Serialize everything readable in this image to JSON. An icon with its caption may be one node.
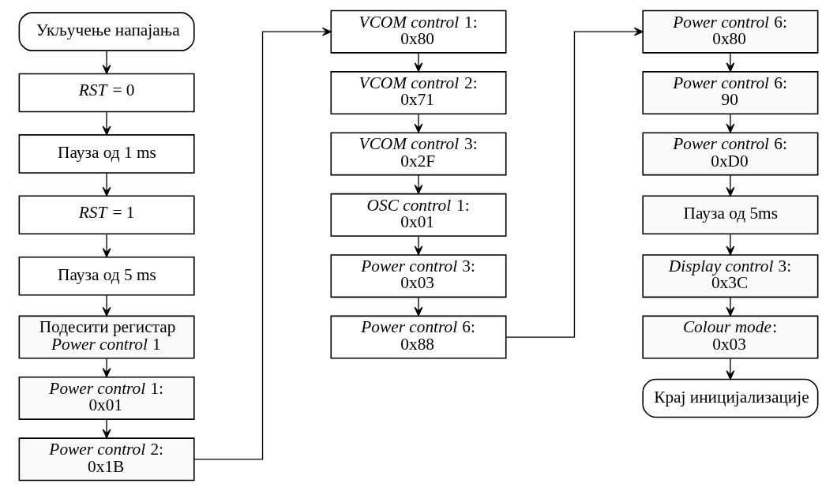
{
  "diagram": {
    "nodes": [
      {
        "text": [
          "Укључење напајања"
        ]
      },
      {
        "text": [
          "*RST* = 0"
        ]
      },
      {
        "text": [
          "Пауза од 1 ms"
        ]
      },
      {
        "text": [
          "*RST* = 1"
        ]
      },
      {
        "text": [
          "Пауза од 5 ms"
        ]
      },
      {
        "text": [
          "Подесити регистар *Power control* 1"
        ]
      },
      {
        "text": [
          "*Power control* 1: 0x01"
        ]
      },
      {
        "text": [
          "*Power control* 2: 0x1B"
        ]
      },
      {
        "text": [
          "*VCOM control* 1: 0x80"
        ]
      },
      {
        "text": [
          "*VCOM control* 2: 0x71"
        ]
      },
      {
        "text": [
          "*VCOM control* 3: 0x2F"
        ]
      },
      {
        "text": [
          "*OSC control* 1: 0x01"
        ]
      },
      {
        "text": [
          "*Power control* 3: 0x03"
        ]
      },
      {
        "text": [
          "*Power control* 6: 0x88"
        ]
      },
      {
        "text": [
          "*Power control* 6: 0x80"
        ]
      },
      {
        "text": [
          "*Power control* 6: 90"
        ]
      },
      {
        "text": [
          "*Power control* 6: 0xD0"
        ]
      },
      {
        "text": [
          "Пауза од 5ms"
        ]
      },
      {
        "text": [
          "*Display control* 3: 0x3C"
        ]
      },
      {
        "text": [
          "*Colour mode*: 0x03"
        ]
      },
      {
        "text": [
          "Крај иницијализације"
        ]
      }
    ],
    "edges": [
      {
        "from": 0,
        "to": 1,
        "arrow": "to"
      },
      {
        "from": 1,
        "to": 2,
        "arrow": "to"
      },
      {
        "from": 2,
        "to": 3,
        "arrow": "to"
      },
      {
        "from": 3,
        "to": 4,
        "arrow": "to"
      },
      {
        "from": 4,
        "to": 5,
        "arrow": "to"
      },
      {
        "from": 5,
        "to": 6,
        "arrow": "to"
      },
      {
        "from": 6,
        "to": 7,
        "arrow": "to"
      },
      {
        "from": 7,
        "to": 8,
        "arrow": "to"
      },
      {
        "from": 8,
        "to": 9,
        "arrow": "to"
      },
      {
        "from": 9,
        "to": 10,
        "arrow": "to"
      },
      {
        "from": 10,
        "to": 11,
        "arrow": "to"
      },
      {
        "from": 11,
        "to": 12,
        "arrow": "to"
      },
      {
        "from": 12,
        "to": 13,
        "arrow": "to"
      },
      {
        "from": 13,
        "to": 14,
        "arrow": "to"
      },
      {
        "from": 14,
        "to": 15,
        "arrow": "to"
      },
      {
        "from": 15,
        "to": 16,
        "arrow": "to"
      },
      {
        "from": 16,
        "to": 17,
        "arrow": "to"
      },
      {
        "from": 17,
        "to": 18,
        "arrow": "to"
      },
      {
        "from": 18,
        "to": 19,
        "arrow": "to"
      },
      {
        "from": 19,
        "to": 20,
        "arrow": "to"
      }
    ]
  }
}
